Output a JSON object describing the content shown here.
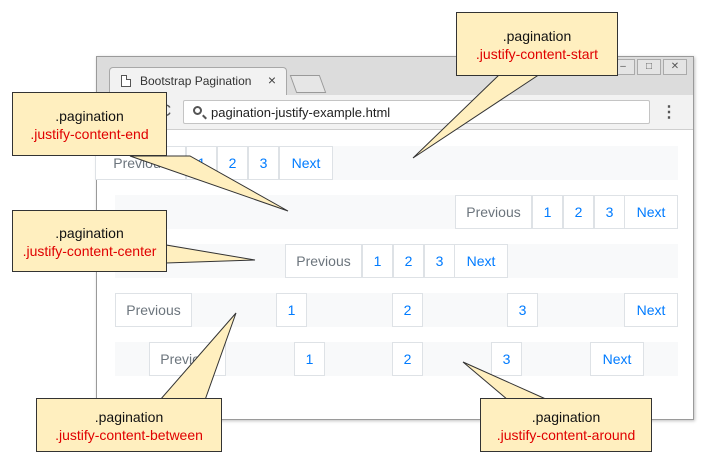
{
  "browser": {
    "tab_title": "Bootstrap Pagination",
    "tab_close": "×",
    "url": "pagination-justify-example.html",
    "reload_glyph": "C",
    "menu_glyph": "⋮",
    "window_buttons": [
      "–",
      "□",
      "✕"
    ]
  },
  "pagination_rows": [
    {
      "name": "start",
      "items": [
        "Previous",
        "1",
        "2",
        "3",
        "Next"
      ]
    },
    {
      "name": "end",
      "items": [
        "Previous",
        "1",
        "2",
        "3",
        "Next"
      ]
    },
    {
      "name": "center",
      "items": [
        "Previous",
        "1",
        "2",
        "3",
        "Next"
      ]
    },
    {
      "name": "between",
      "items": [
        "Previous",
        "1",
        "2",
        "3",
        "Next"
      ]
    },
    {
      "name": "around",
      "items": [
        "Previous",
        "1",
        "2",
        "3",
        "Next"
      ]
    }
  ],
  "callouts": {
    "start": {
      "line1": ".pagination",
      "line2": ".justify-content-start"
    },
    "end": {
      "line1": ".pagination",
      "line2": ".justify-content-end"
    },
    "center": {
      "line1": ".pagination",
      "line2": ".justify-content-center"
    },
    "between": {
      "line1": ".pagination",
      "line2": ".justify-content-between"
    },
    "around": {
      "line1": ".pagination",
      "line2": ".justify-content-around"
    }
  },
  "colors": {
    "link": "#007bff",
    "disabled": "#6c757d",
    "callout_fill": "#ffefbf",
    "callout_accent": "#e00000"
  }
}
